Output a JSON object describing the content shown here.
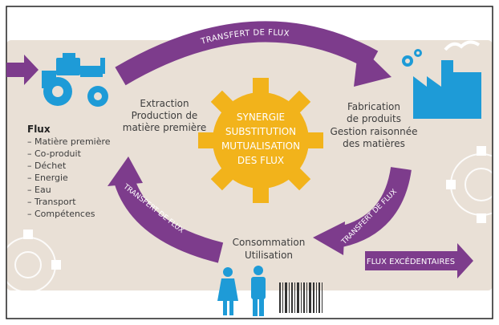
{
  "center": {
    "lines": [
      "SYNERGIE",
      "SUBSTITUTION",
      "MUTUALISATION",
      "DES FLUX"
    ]
  },
  "arrows": {
    "top": "TRANSFERT DE FLUX",
    "left": "TRANSFERT DE FLUX",
    "right": "TRANSFERT DE FLUX",
    "excess": "FLUX EXCÉDENTAIRES"
  },
  "stages": {
    "extraction": [
      "Extraction",
      "Production de",
      "matière première"
    ],
    "fabrication": [
      "Fabrication",
      "de produits",
      "Gestion raisonnée",
      "des matières"
    ],
    "consommation": [
      "Consommation",
      "Utilisation"
    ]
  },
  "flux_list": {
    "title": "Flux",
    "items": [
      "Matière première",
      "Co-produit",
      "Déchet",
      "Energie",
      "Eau",
      "Transport",
      "Compétences"
    ]
  },
  "colors": {
    "purple": "#7d3c8c",
    "blue": "#1e9bd7",
    "gold": "#f2b31b",
    "background": "#e9e0d6",
    "text": "#3d3d3d"
  },
  "icons": [
    "tractor-icon",
    "factory-icon",
    "gears-icon",
    "people-icon",
    "barcode-icon"
  ]
}
